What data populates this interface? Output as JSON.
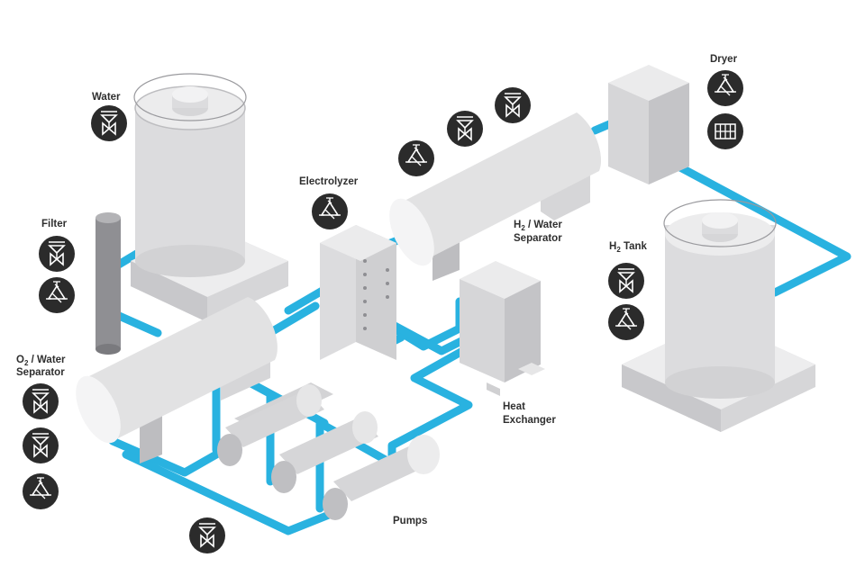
{
  "labels": {
    "water": "Water",
    "filter": "Filter",
    "o2_line1": "O",
    "o2_sub": "2",
    "o2_line1_rest": " / Water",
    "o2_line2": "Separator",
    "electrolyzer": "Electrolyzer",
    "h2_line1": "H",
    "h2_sub": "2",
    "h2_line1_rest": " / Water",
    "h2_line2": "Separator",
    "dryer": "Dryer",
    "h2tank": "H",
    "h2tank_sub": "2",
    "h2tank_rest": " Tank",
    "hx_line1": "Heat",
    "hx_line2": "Exchanger",
    "pumps": "Pumps"
  },
  "colors": {
    "pipe": "#29b2e0",
    "equipment_light": "#e9e9ea",
    "equipment_mid": "#d6d6d8",
    "equipment_dark": "#bdbdc0",
    "filter": "#8f8f93",
    "badge": "#2b2b2b",
    "text": "#2f2f2f"
  },
  "icons": [
    {
      "group": "water",
      "type": "control-valve"
    },
    {
      "group": "filter",
      "type": "control-valve"
    },
    {
      "group": "filter",
      "type": "transmitter"
    },
    {
      "group": "o2-separator",
      "type": "control-valve"
    },
    {
      "group": "o2-separator",
      "type": "control-valve"
    },
    {
      "group": "o2-separator",
      "type": "transmitter"
    },
    {
      "group": "electrolyzer",
      "type": "transmitter"
    },
    {
      "group": "h2-separator",
      "type": "transmitter"
    },
    {
      "group": "h2-separator",
      "type": "control-valve"
    },
    {
      "group": "h2-separator",
      "type": "control-valve"
    },
    {
      "group": "dryer",
      "type": "transmitter"
    },
    {
      "group": "dryer",
      "type": "grid-panel"
    },
    {
      "group": "h2-tank",
      "type": "control-valve"
    },
    {
      "group": "h2-tank",
      "type": "transmitter"
    },
    {
      "group": "pumps",
      "type": "control-valve"
    }
  ]
}
